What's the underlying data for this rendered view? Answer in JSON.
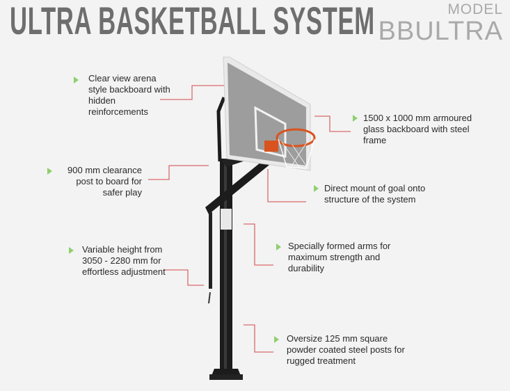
{
  "header": {
    "title": "ULTRA BASKETBALL SYSTEM",
    "model_label": "MODEL",
    "model_code": "BBULTRA"
  },
  "features": [
    {
      "text": "Clear view arena style backboard with hidden reinforcements"
    },
    {
      "text": "1500 x 1000 mm armoured glass backboard with steel frame"
    },
    {
      "text": "900 mm clearance post to board for safer play"
    },
    {
      "text": "Direct mount of goal onto structure of the system"
    },
    {
      "text": "Variable height from 3050 - 2280 mm for effortless adjustment"
    },
    {
      "text": "Specially formed arms for maximum strength and durability"
    },
    {
      "text": "Oversize 125 mm square powder coated steel posts for rugged treatment"
    }
  ],
  "colors": {
    "title": "#6e6e6e",
    "connector": "#d96a6a",
    "bullet": "#8fcf6e",
    "background": "#f3f3f3"
  }
}
